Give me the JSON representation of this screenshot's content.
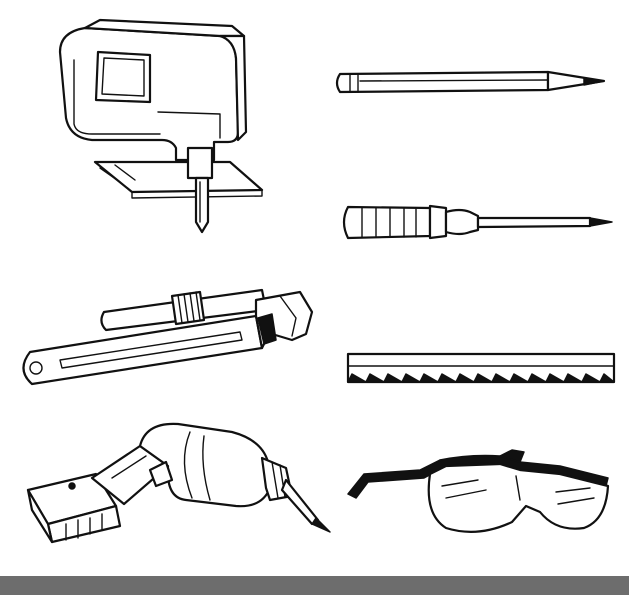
{
  "illustration": {
    "tools": [
      {
        "id": "jigsaw",
        "icon": "jigsaw-icon"
      },
      {
        "id": "pencil",
        "icon": "pencil-icon"
      },
      {
        "id": "screwdriver",
        "icon": "screwdriver-icon"
      },
      {
        "id": "pipe-wrench",
        "icon": "pipe-wrench-icon"
      },
      {
        "id": "saw-blade",
        "icon": "saw-blade-icon"
      },
      {
        "id": "cordless-drill",
        "icon": "cordless-drill-icon"
      },
      {
        "id": "safety-glasses",
        "icon": "safety-glasses-icon"
      }
    ]
  },
  "colors": {
    "background": "#ffffff",
    "ink": "#111111",
    "bottom_bar": "#6d6d6d"
  }
}
